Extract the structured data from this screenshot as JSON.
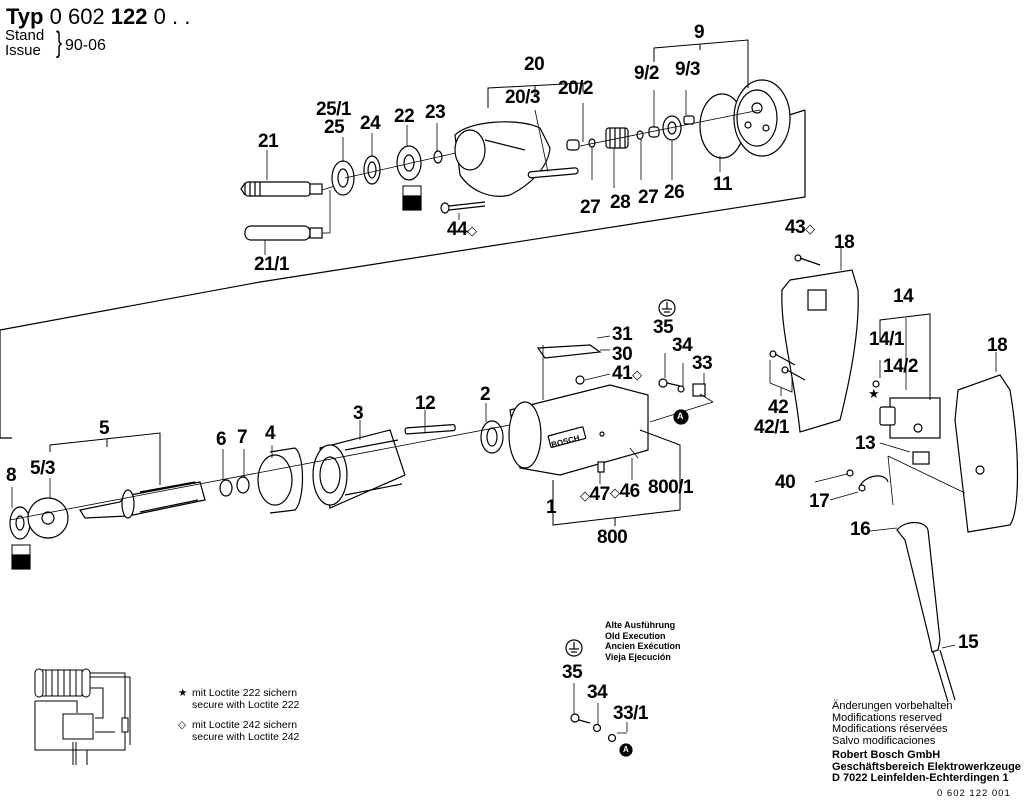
{
  "header": {
    "typ_label": "Typ",
    "typ_prefix": "0 602",
    "typ_bold": "122",
    "typ_suffix": "0 . .",
    "stand_label": "Stand",
    "issue_label": "Issue",
    "issue_value": "90-06"
  },
  "part_labels": {
    "p21": "21",
    "p21_1": "21/1",
    "p25_1": "25/1",
    "p25": "25",
    "p24": "24",
    "p22": "22",
    "p23": "23",
    "p20": "20",
    "p20_3": "20/3",
    "p20_2": "20/2",
    "p44": "44",
    "p27a": "27",
    "p28": "28",
    "p27b": "27",
    "p26": "26",
    "p9": "9",
    "p9_2": "9/2",
    "p9_3": "9/3",
    "p11": "11",
    "p43": "43",
    "p18a": "18",
    "p18b": "18",
    "p14": "14",
    "p14_1": "14/1",
    "p14_2": "14/2",
    "p42": "42",
    "p42_1": "42/1",
    "p13": "13",
    "p40": "40",
    "p17": "17",
    "p16": "16",
    "p15": "15",
    "p8": "8",
    "p5_3": "5/3",
    "p5": "5",
    "p6": "6",
    "p7": "7",
    "p4": "4",
    "p3": "3",
    "p12": "12",
    "p2": "2",
    "p31": "31",
    "p30": "30",
    "p41": "41",
    "p35": "35",
    "p34": "34",
    "p33": "33",
    "p47": "47",
    "p46": "46",
    "p800_1": "800/1",
    "p1": "1",
    "p800": "800",
    "old_35": "35",
    "old_34": "34",
    "old_33_1": "33/1",
    "ref_a": "A"
  },
  "old_execution": {
    "lines": [
      "Alte Ausführung",
      "Old Execution",
      "Ancien Exécution",
      "Vieja Ejecución"
    ]
  },
  "legend": [
    {
      "symbol": "★",
      "symbol_name": "star",
      "lines": [
        "mit Loctite 222 sichern",
        "secure with Loctite 222"
      ]
    },
    {
      "symbol": "◇",
      "symbol_name": "diamond",
      "lines": [
        "mit Loctite 242 sichern",
        "secure with Loctite 242"
      ]
    }
  ],
  "footer": {
    "notes": [
      "Änderungen vorbehalten",
      "Modifications reserved",
      "Modifications réservées",
      "Salvo modificaciones"
    ],
    "company": [
      "Robert Bosch GmbH",
      "Geschäftsbereich Elektrowerkzeuge",
      "D 7022 Leinfelden-Echterdingen 1"
    ],
    "doc_number": "0 602 122 001"
  },
  "housing_brand": "BOSCH"
}
